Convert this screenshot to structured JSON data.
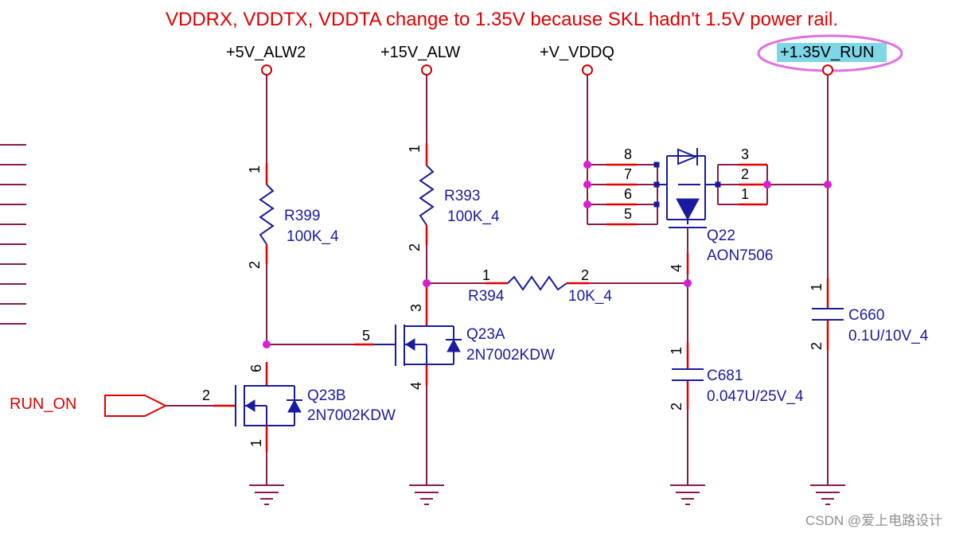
{
  "note": "VDDRX, VDDTX, VDDTA change to 1.35V because SKL hadn't 1.5V power rail.",
  "rails": {
    "alw5": "+5V_ALW2",
    "alw15": "+15V_ALW",
    "vddq": "+V_VDDQ",
    "run135": "+1.35V_RUN"
  },
  "net_run_on": "RUN_ON",
  "parts": {
    "r399": {
      "ref": "R399",
      "value": "100K_4",
      "pins": [
        "1",
        "2"
      ]
    },
    "r393": {
      "ref": "R393",
      "value": "100K_4",
      "pins": [
        "1",
        "2"
      ]
    },
    "r394": {
      "ref": "R394",
      "value": "10K_4",
      "pins": [
        "1",
        "2"
      ]
    },
    "q22": {
      "ref": "Q22",
      "value": "AON7506",
      "pins_left": [
        "8",
        "7",
        "6",
        "5"
      ],
      "pins_right": [
        "3",
        "2",
        "1"
      ],
      "gate_pin": "4"
    },
    "q23a": {
      "ref": "Q23A",
      "value": "2N7002KDW",
      "gate_pin": "5",
      "drain_pin": "3",
      "source_pin": "4"
    },
    "q23b": {
      "ref": "Q23B",
      "value": "2N7002KDW",
      "gate_pin": "2",
      "drain_pin": "6",
      "source_pin": "1"
    },
    "c681": {
      "ref": "C681",
      "value": "0.047U/25V_4",
      "pins": [
        "1",
        "2"
      ]
    },
    "c660": {
      "ref": "C660",
      "value": "0.1U/10V_4",
      "pins": [
        "1",
        "2"
      ]
    }
  },
  "watermark": "CSDN @爱上电路设计",
  "colors": {
    "wire": "#8b1a4a",
    "part": "#1a1aa0",
    "note": "#e00000",
    "junction": "#d61fd0",
    "highlight": "#7fd6e6"
  }
}
